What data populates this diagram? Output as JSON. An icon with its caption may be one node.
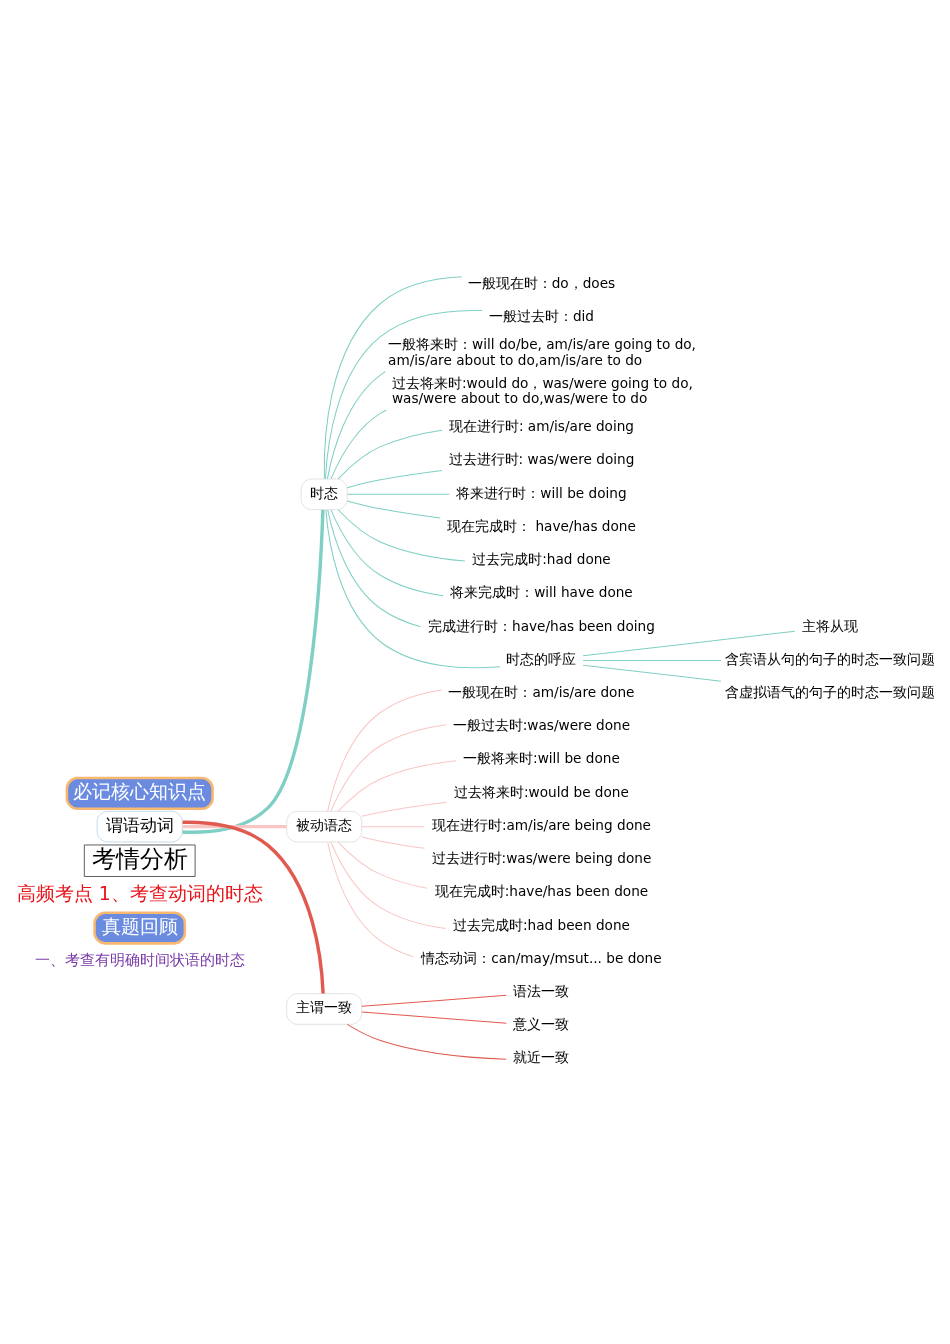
{
  "diagram": {
    "nodes": [
      {
        "text": [
          "必记核心知识点"
        ]
      },
      {
        "text": [
          "谓语动词"
        ]
      },
      {
        "text": [
          "时态"
        ]
      },
      {
        "text": [
          "一般现在时：do，does"
        ]
      },
      {
        "text": [
          "一般过去时：did"
        ]
      },
      {
        "text": [
          "一般将来时：will do/be, am/is/are going to do,am/is/are about to do,am/is/are to do"
        ]
      },
      {
        "text": [
          "过去将来时:would do，was/were going to do,was/were about to do,was/were to do"
        ]
      },
      {
        "text": [
          "现在进行时: am/is/are doing"
        ]
      },
      {
        "text": [
          "过去进行时: was/were doing"
        ]
      },
      {
        "text": [
          "将来进行时：will be doing"
        ]
      },
      {
        "text": [
          "现在完成时： have/has done"
        ]
      },
      {
        "text": [
          "过去完成时:had done"
        ]
      },
      {
        "text": [
          "将来完成时：will have done"
        ]
      },
      {
        "text": [
          "完成进行时：have/has been doing"
        ]
      },
      {
        "text": [
          "时态的呼应"
        ]
      },
      {
        "text": [
          "主将从现"
        ]
      },
      {
        "text": [
          "含宾语从句的句子的时态一致问题"
        ]
      },
      {
        "text": [
          "含虚拟语气的句子的时态一致问题"
        ]
      },
      {
        "text": [
          "被动语态"
        ]
      },
      {
        "text": [
          "一般现在时：am/is/are done"
        ]
      },
      {
        "text": [
          "一般过去时:was/were done"
        ]
      },
      {
        "text": [
          "一般将来时:will be done"
        ]
      },
      {
        "text": [
          "过去将来时:would be done"
        ]
      },
      {
        "text": [
          "现在进行时:am/is/are being done"
        ]
      },
      {
        "text": [
          "过去进行时:was/were being done"
        ]
      },
      {
        "text": [
          "现在完成时:have/has been done"
        ]
      },
      {
        "text": [
          "过去完成时:had been done"
        ]
      },
      {
        "text": [
          "情态动词：can/may/msut... be done"
        ]
      },
      {
        "text": [
          "主谓一致"
        ]
      },
      {
        "text": [
          "语法一致"
        ]
      },
      {
        "text": [
          "意义一致"
        ]
      },
      {
        "text": [
          "就近一致"
        ]
      },
      {
        "text": [
          "考情分析"
        ]
      },
      {
        "text": [
          "真题回顾"
        ]
      }
    ],
    "edges": [
      {
        "from": 1,
        "to": 2,
        "arrow": "none",
        "style": "thick"
      },
      {
        "from": 2,
        "to": 3,
        "arrow": "none"
      },
      {
        "from": 2,
        "to": 4,
        "arrow": "none"
      },
      {
        "from": 2,
        "to": 5,
        "arrow": "none"
      },
      {
        "from": 2,
        "to": 6,
        "arrow": "none"
      },
      {
        "from": 2,
        "to": 7,
        "arrow": "none"
      },
      {
        "from": 2,
        "to": 8,
        "arrow": "none"
      },
      {
        "from": 2,
        "to": 9,
        "arrow": "none"
      },
      {
        "from": 2,
        "to": 10,
        "arrow": "none"
      },
      {
        "from": 2,
        "to": 11,
        "arrow": "none"
      },
      {
        "from": 2,
        "to": 12,
        "arrow": "none"
      },
      {
        "from": 2,
        "to": 13,
        "arrow": "none"
      },
      {
        "from": 2,
        "to": 14,
        "arrow": "none"
      },
      {
        "from": 14,
        "to": 15,
        "arrow": "none"
      },
      {
        "from": 14,
        "to": 16,
        "arrow": "none"
      },
      {
        "from": 14,
        "to": 17,
        "arrow": "none"
      },
      {
        "from": 1,
        "to": 18,
        "arrow": "none",
        "style": "thick",
        "color": "#f9c6c4"
      },
      {
        "from": 18,
        "to": 19,
        "arrow": "none",
        "color": "#f9c6c4"
      },
      {
        "from": 18,
        "to": 20,
        "arrow": "none",
        "color": "#f9c6c4"
      },
      {
        "from": 18,
        "to": 21,
        "arrow": "none",
        "color": "#f9c6c4"
      },
      {
        "from": 18,
        "to": 22,
        "arrow": "none",
        "color": "#f9c6c4"
      },
      {
        "from": 18,
        "to": 23,
        "arrow": "none",
        "color": "#f9c6c4"
      },
      {
        "from": 18,
        "to": 24,
        "arrow": "none",
        "color": "#f9c6c4"
      },
      {
        "from": 18,
        "to": 25,
        "arrow": "none",
        "color": "#f9c6c4"
      },
      {
        "from": 18,
        "to": 26,
        "arrow": "none",
        "color": "#f9c6c4"
      },
      {
        "from": 18,
        "to": 27,
        "arrow": "none",
        "color": "#f9c6c4"
      },
      {
        "from": 1,
        "to": 28,
        "arrow": "none",
        "style": "thick",
        "color": "#e05a4f"
      },
      {
        "from": 28,
        "to": 29,
        "arrow": "none",
        "color": "#e05a4f"
      },
      {
        "from": 28,
        "to": 30,
        "arrow": "none",
        "color": "#e05a4f"
      },
      {
        "from": 28,
        "to": 31,
        "arrow": "none",
        "color": "#e05a4f"
      }
    ],
    "labels": [
      "高频考点 1、考查动词的时态",
      "一、考查有明确时间状语的时态"
    ]
  }
}
